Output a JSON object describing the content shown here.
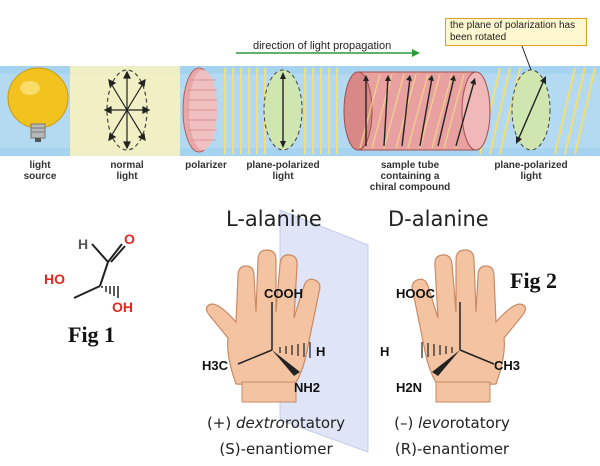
{
  "top_panel": {
    "propagation_label": "direction of light propagation",
    "callout": "the plane of polarization has been rotated",
    "labels": {
      "light_source": [
        "light",
        "source"
      ],
      "normal_light": [
        "normal",
        "light"
      ],
      "polarizer": [
        "polarizer"
      ],
      "plane_polarized_1": [
        "plane-polarized",
        "light"
      ],
      "sample_tube": [
        "sample tube",
        "containing a",
        "chiral compound"
      ],
      "plane_polarized_2": [
        "plane-polarized",
        "light"
      ]
    }
  },
  "fig1": {
    "label": "Fig 1",
    "atoms": {
      "h": "H",
      "o": "O",
      "ho": "HO",
      "oh": "OH"
    }
  },
  "fig2": {
    "label": "Fig 2",
    "left": {
      "title": "L-alanine",
      "groups": {
        "cooh": "COOH",
        "h": "H",
        "ch3": "H3C",
        "nh2": "NH2"
      },
      "rotation_sign": "(+)",
      "rotation_word": "dextro",
      "rotation_suffix": "rotatory",
      "enantiomer": "(S)-enantiomer"
    },
    "right": {
      "title": "D-alanine",
      "groups": {
        "cooh": "HOOC",
        "h": "H",
        "ch3": "CH3",
        "nh2": "H2N"
      },
      "rotation_sign": "(–)",
      "rotation_word": "levo",
      "rotation_suffix": "rotatory",
      "enantiomer": "(R)-enantiomer"
    }
  },
  "colors": {
    "beam": "#a6d3f0",
    "bulb": "#f2c21e",
    "oxygen": "#e0281e",
    "callout_border": "#e0a020"
  }
}
